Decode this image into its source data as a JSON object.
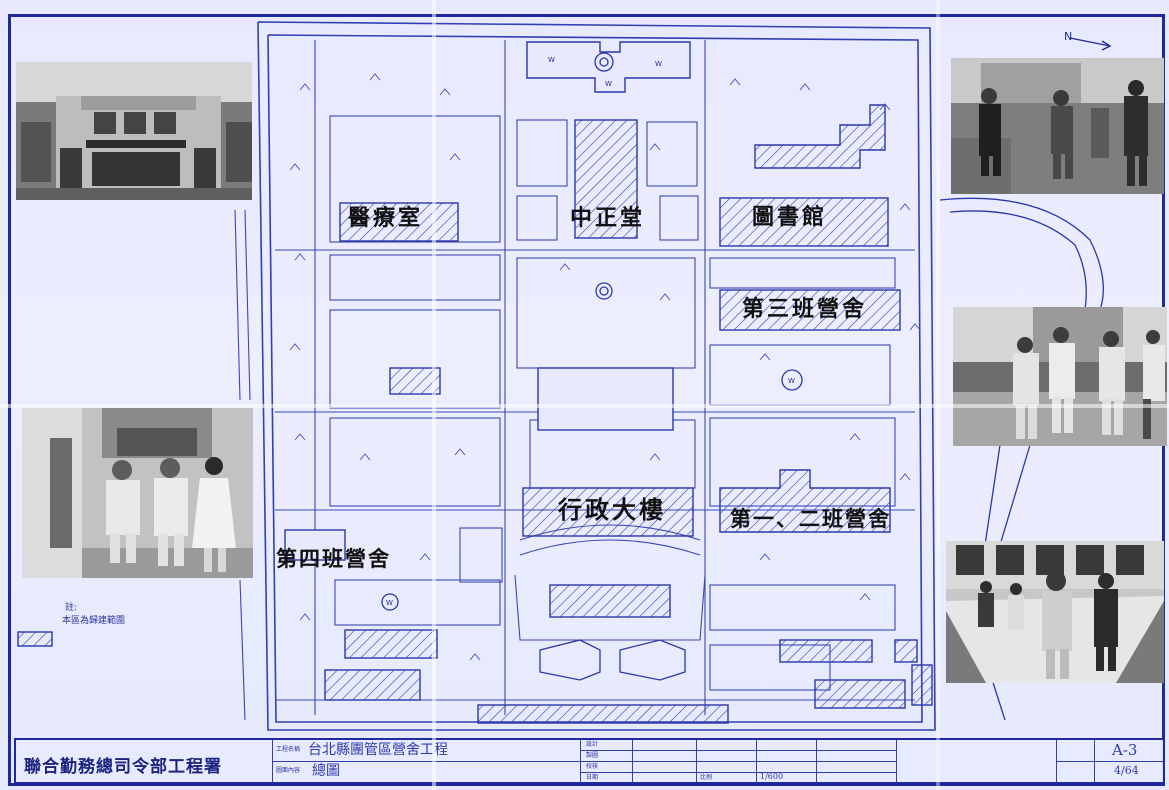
{
  "buildings": {
    "medical": "醫療室",
    "zhongzheng": "中正堂",
    "library": "圖書館",
    "squad3": "第三班營舍",
    "admin": "行政大樓",
    "squad12": "第一、二班營舍",
    "squad4": "第四班營舍"
  },
  "map_marks": {
    "w": "W",
    "north": "N"
  },
  "note": {
    "line1": "註:",
    "line2": "本區為歸建範圍"
  },
  "title_block": {
    "organization": "聯合勤務總司令部工程署",
    "project_label": "工程名稱",
    "project": "台北縣團管區營舍工程",
    "content_label": "圖面內容",
    "drawing": "總圖",
    "sheet_no": "A-3",
    "sheet_count": "4/64",
    "scale_label": "比例",
    "scale": "1/600",
    "designer_label": "設計",
    "drafter_label": "製圖",
    "checker_label": "校核",
    "date_label": "日期"
  },
  "colors": {
    "ink": "#1f2a98",
    "paper": "#e8e9ff",
    "hatch": "#3040b0"
  }
}
